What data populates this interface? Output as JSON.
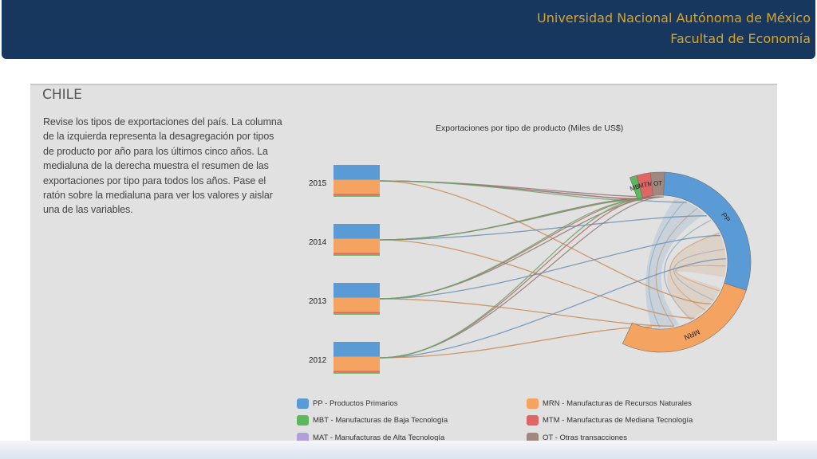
{
  "header": {
    "line1": "Universidad Nacional Autónoma de México",
    "line2": "Facultad de Economía"
  },
  "page": {
    "country": "CHILE",
    "description": "Revise los tipos de exportaciones del país. La columna de la izquierda representa la desagregación por tipos de producto por año para los últimos cinco años. La medialuna de la derecha muestra el resumen de las exportaciones por tipo para todos los años. Pase el ratón sobre la medialuna para ver los valores y aislar una de las variables."
  },
  "chart_data": {
    "type": "chord",
    "title": "Exportaciones por tipo de producto (Miles de US$)",
    "years": [
      "2015",
      "2014",
      "2013",
      "2012"
    ],
    "year_bars_share": {
      "PP": 0.47,
      "MRN": 0.44,
      "MBT": 0.02,
      "MTM": 0.04,
      "MAT": 0.01,
      "OT": 0.02
    },
    "arc_segments": [
      {
        "code": "MBT",
        "share": 0.02
      },
      {
        "code": "MTM",
        "share": 0.04
      },
      {
        "code": "OT",
        "share": 0.04
      },
      {
        "code": "PP",
        "share": 0.47
      },
      {
        "code": "MRN",
        "share": 0.43
      }
    ],
    "legend": [
      {
        "code": "PP",
        "label": "PP - Productos Primarios",
        "color": "#5b9bd5"
      },
      {
        "code": "MRN",
        "label": "MRN - Manufacturas de Recursos Naturales",
        "color": "#f4a460"
      },
      {
        "code": "MBT",
        "label": "MBT - Manufacturas de Baja Tecnología",
        "color": "#5cb85c"
      },
      {
        "code": "MTM",
        "label": "MTM - Manufacturas de Mediana Tecnología",
        "color": "#e06666"
      },
      {
        "code": "MAT",
        "label": "MAT - Manufacturas de Alta Tecnología",
        "color": "#b39ddb"
      },
      {
        "code": "OT",
        "label": "OT - Otras transacciones",
        "color": "#a1887f"
      }
    ]
  }
}
